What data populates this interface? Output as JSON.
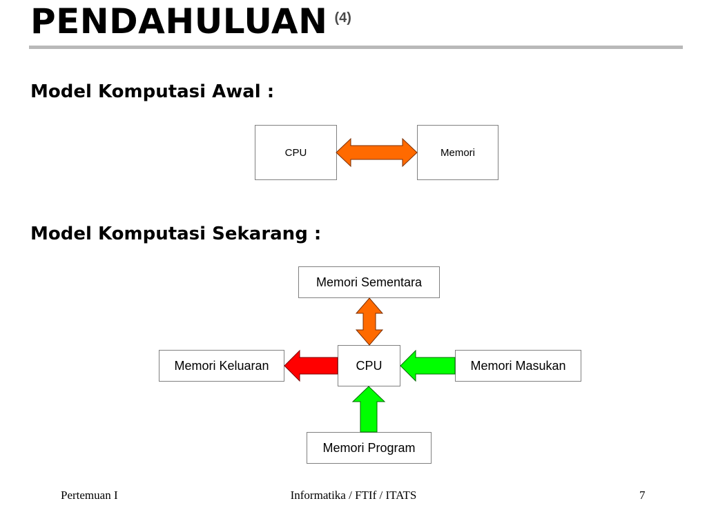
{
  "slide": {
    "title": "PENDAHULUAN",
    "title_number": "(4)"
  },
  "section_early": {
    "heading": "Model Komputasi Awal :",
    "cpu": "CPU",
    "memory": "Memori",
    "arrow_color": "#ff6a00"
  },
  "section_current": {
    "heading": "Model Komputasi Sekarang :",
    "cpu": "CPU",
    "temp_memory": "Memori Sementara",
    "output_memory": "Memori Keluaran",
    "input_memory": "Memori Masukan",
    "program_memory": "Memori Program",
    "arrow_colors": {
      "temp": "#ff6a00",
      "output": "#ff0000",
      "input": "#00ff00",
      "program": "#00ff00"
    }
  },
  "footer": {
    "left": "Pertemuan I",
    "center": "Informatika / FTIf / ITATS",
    "page": "7"
  }
}
